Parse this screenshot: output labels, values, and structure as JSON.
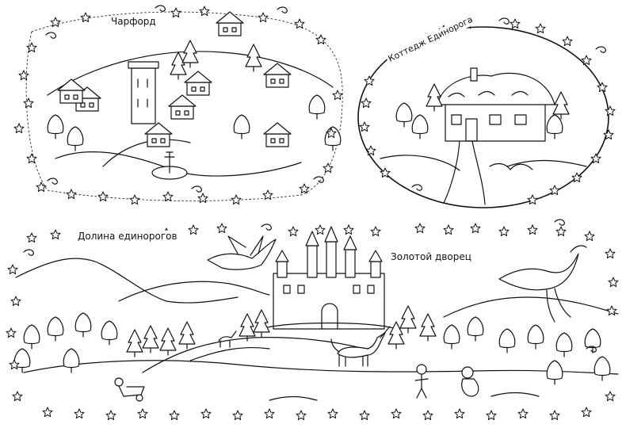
{
  "labels": {
    "charford": "Чарфорд",
    "unicorn_cottage": "Коттедж Единорога",
    "unicorn_valley": "Долина единорогов",
    "golden_palace": "Золотой дворец"
  },
  "style": {
    "ink_color": "#111111",
    "paper_color": "#ffffff"
  }
}
